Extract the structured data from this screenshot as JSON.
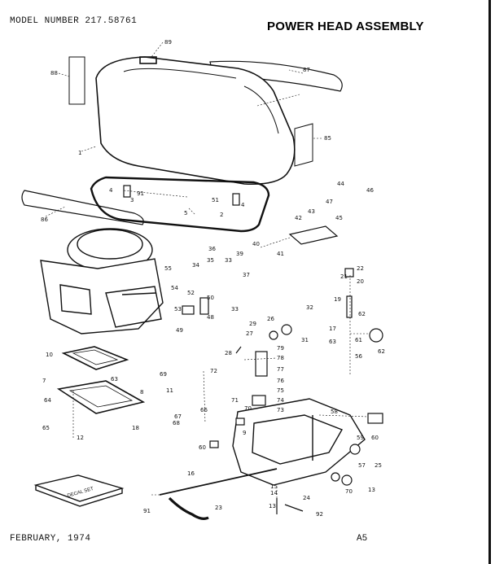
{
  "header": {
    "model_number": "MODEL NUMBER 217.58761",
    "title": "POWER HEAD ASSEMBLY"
  },
  "footer": {
    "date": "FEBRUARY, 1974",
    "page": "A5"
  },
  "decal_set_label": "DECAL SET",
  "callouts": [
    "89",
    "88",
    "87",
    "1",
    "85",
    "4",
    "3",
    "91",
    "51",
    "2",
    "4",
    "44",
    "47",
    "46",
    "43",
    "42",
    "45",
    "86",
    "5",
    "39",
    "40",
    "41",
    "36",
    "35",
    "33",
    "37",
    "34",
    "55",
    "54",
    "52",
    "53",
    "50",
    "48",
    "49",
    "33",
    "22",
    "21",
    "20",
    "19",
    "32",
    "29",
    "26",
    "31",
    "27",
    "28",
    "79",
    "78",
    "77",
    "76",
    "75",
    "74",
    "73",
    "72",
    "71",
    "70",
    "9",
    "8",
    "10",
    "7",
    "63",
    "64",
    "65",
    "66",
    "67",
    "68",
    "69",
    "11",
    "12",
    "18",
    "17",
    "63",
    "62",
    "61",
    "62",
    "56",
    "58",
    "59",
    "57",
    "60",
    "25",
    "16",
    "15",
    "14",
    "13",
    "24",
    "23",
    "60",
    "70",
    "13",
    "91",
    "92"
  ]
}
